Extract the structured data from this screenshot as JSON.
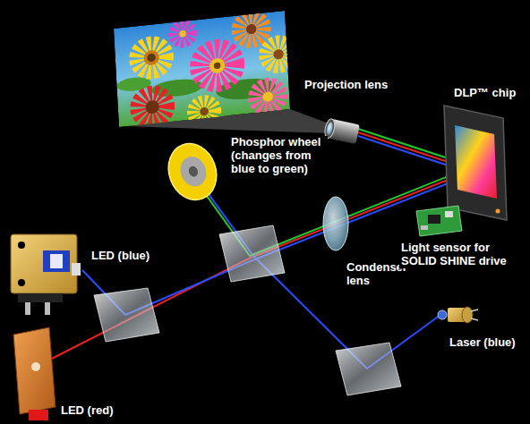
{
  "diagram": {
    "labels": [
      "Projection lens",
      "DLP™ chip",
      "Phosphor wheel (changes from blue to green)",
      "LED (blue)",
      "Condenser lens",
      "Light sensor for SOLID SHINE drive",
      "Laser (blue)",
      "LED (red)"
    ]
  }
}
